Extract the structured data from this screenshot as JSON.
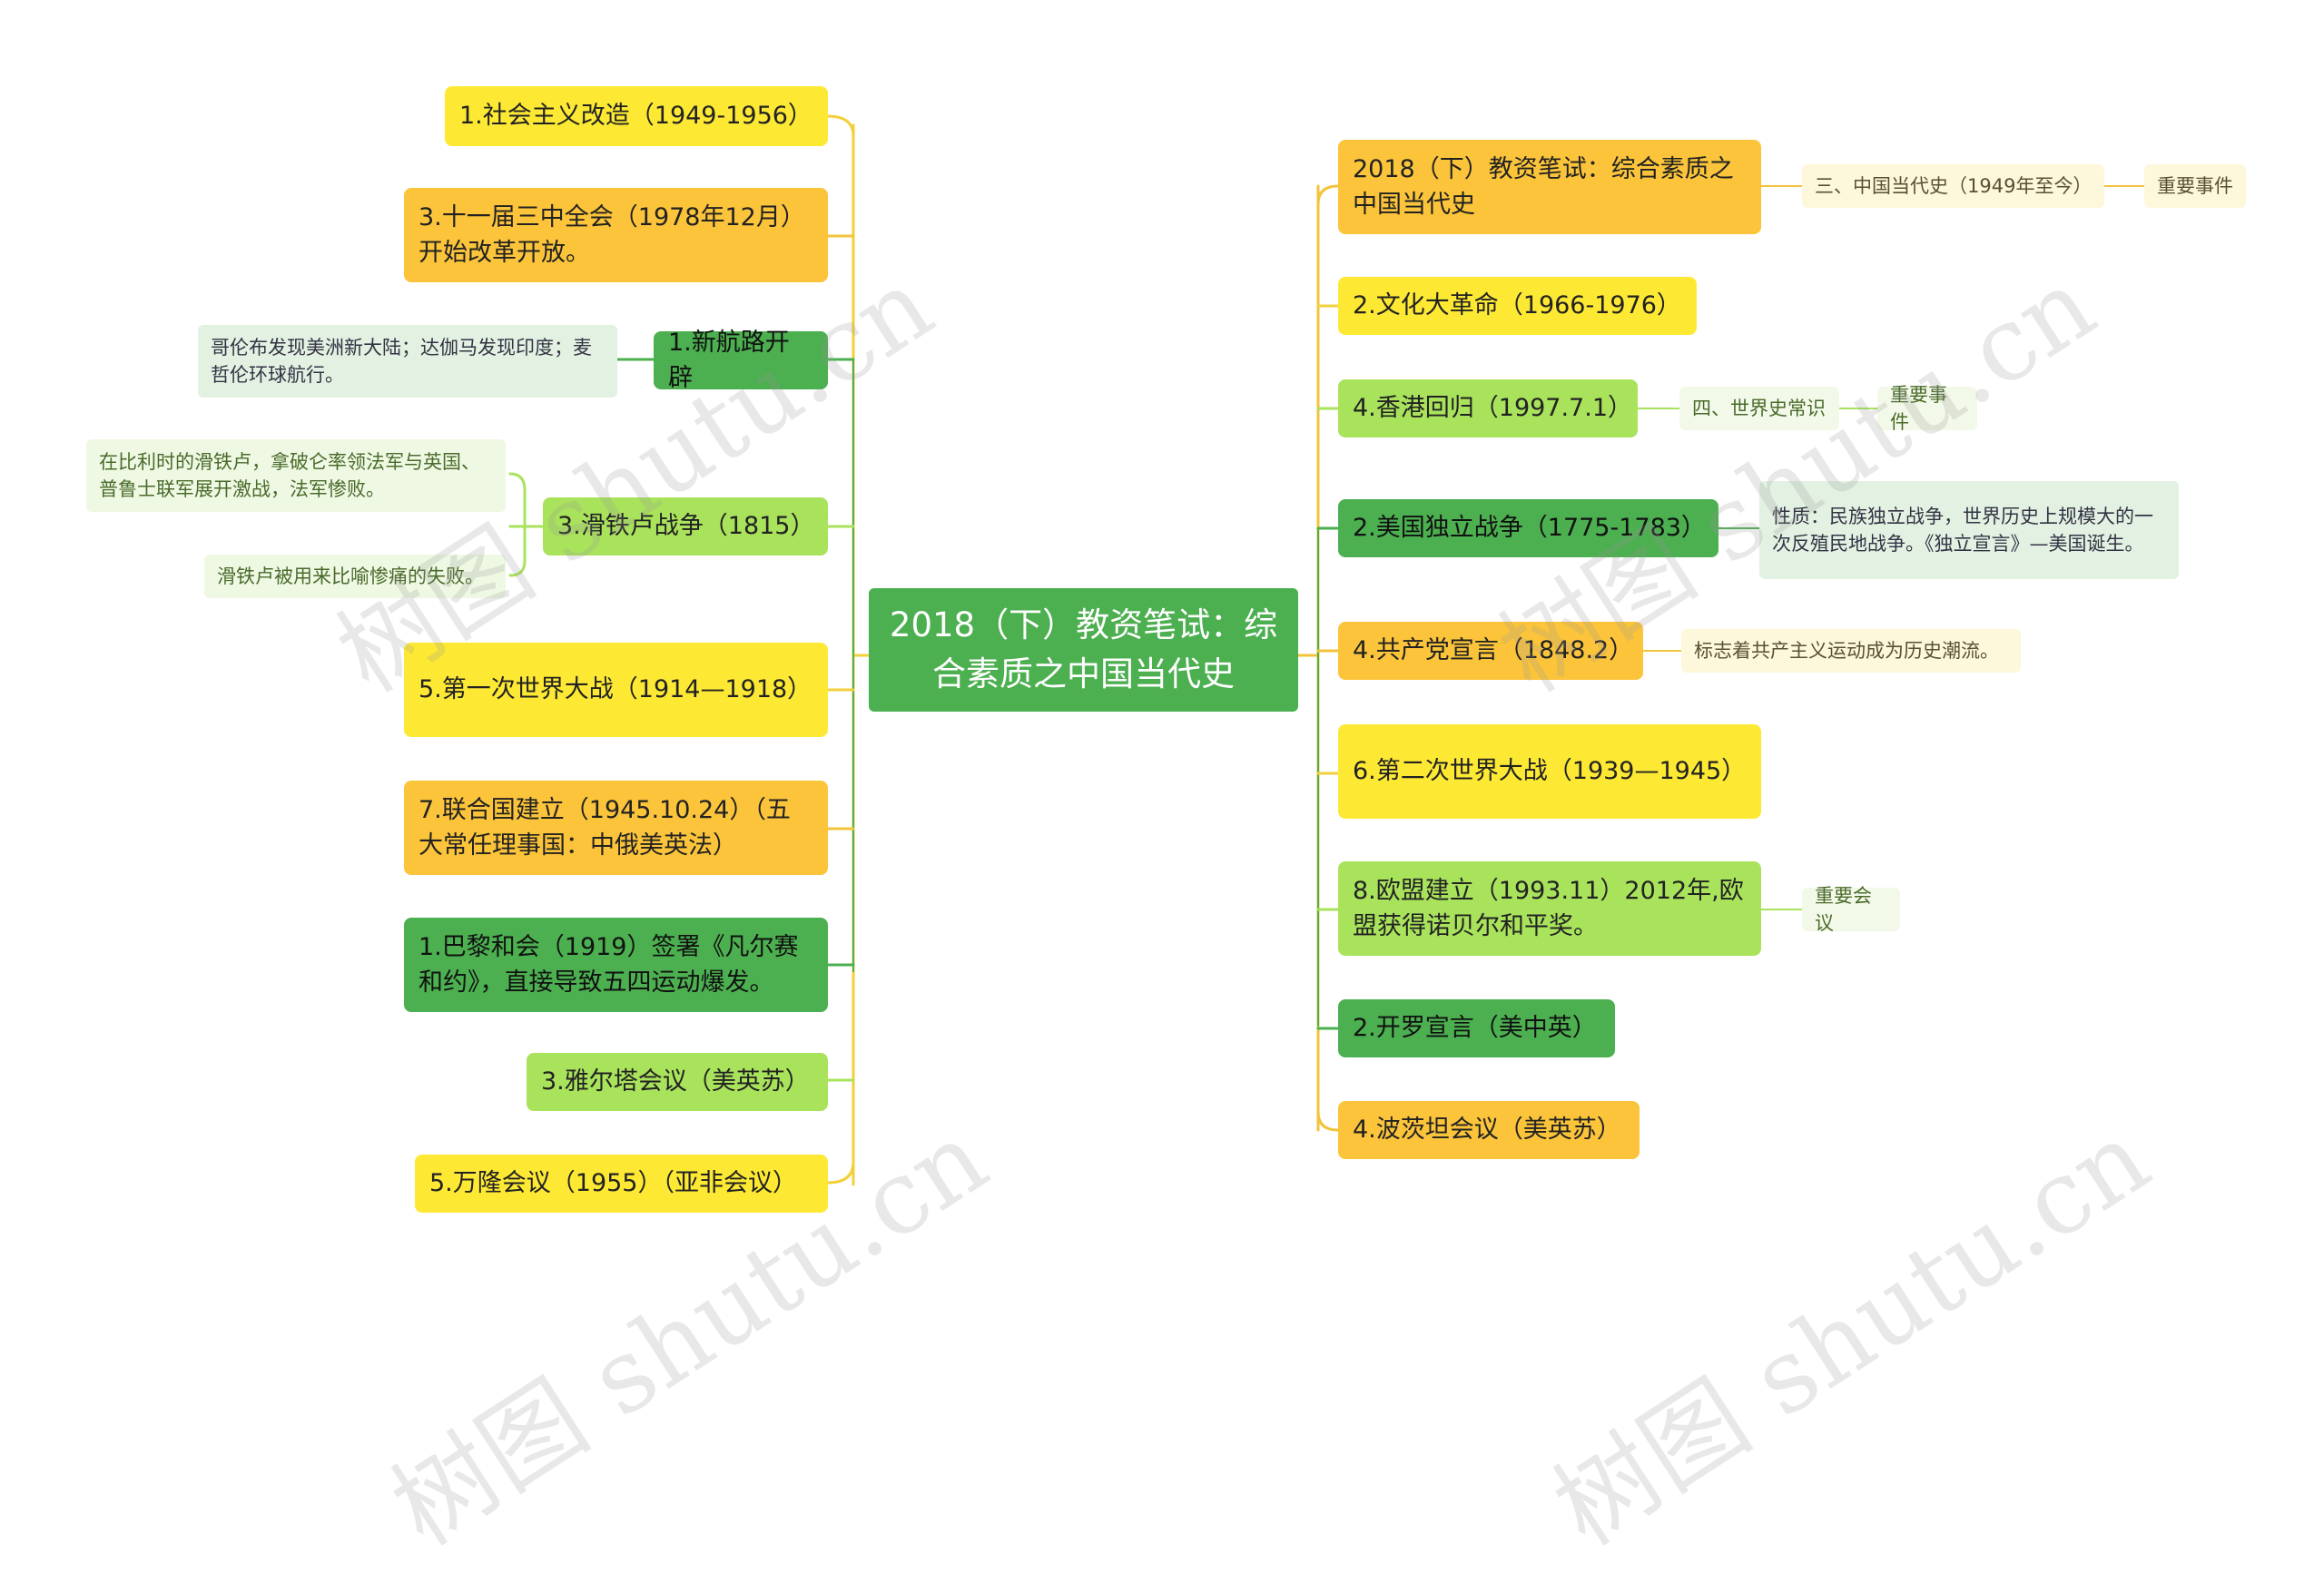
{
  "root": "2018（下）教资笔试：综合素质之中国当代史",
  "left": [
    "1.社会主义改造（1949-1956）",
    "3.十一届三中全会（1978年12月）开始改革开放。",
    "1.新航路开辟",
    "3.滑铁卢战争（1815）",
    "5.第一次世界大战（1914—1918）",
    "7.联合国建立（1945.10.24）（五大常任理事国：中俄美英法）",
    "1.巴黎和会（1919）签署《凡尔赛和约》，直接导致五四运动爆发。",
    "3.雅尔塔会议（美英苏）",
    "5.万隆会议（1955）（亚非会议）"
  ],
  "left_notes": [
    "哥伦布发现美洲新大陆；达伽马发现印度；麦哲伦环球航行。",
    "在比利时的滑铁卢，拿破仑率领法军与英国、普鲁士联军展开激战，法军惨败。",
    "滑铁卢被用来比喻惨痛的失败。"
  ],
  "right": [
    "2018（下）教资笔试：综合素质之中国当代史",
    "2.文化大革命（1966-1976）",
    "4.香港回归（1997.7.1）",
    "2.美国独立战争（1775-1783）",
    "4.共产党宣言（1848.2）",
    "6.第二次世界大战（1939—1945）",
    "8.欧盟建立（1993.11）2012年,欧盟获得诺贝尔和平奖。",
    "2.开罗宣言（美中英）",
    "4.波茨坦会议（美英苏）"
  ],
  "right_notes": [
    "三、中国当代史（1949年至今）",
    "重要事件",
    "四、世界史常识",
    "重要事件",
    "性质：民族独立战争，世界历史上规模大的一次反殖民地战争。《独立宣言》—美国诞生。",
    "标志着共产主义运动成为历史潮流。",
    "重要会议"
  ],
  "watermark": "树图 shutu.cn",
  "colors": {
    "branch_left": "#f2d03b",
    "branch_right": "#f2c43b",
    "branch_green": "#4caf50",
    "root": "#4caf50"
  }
}
